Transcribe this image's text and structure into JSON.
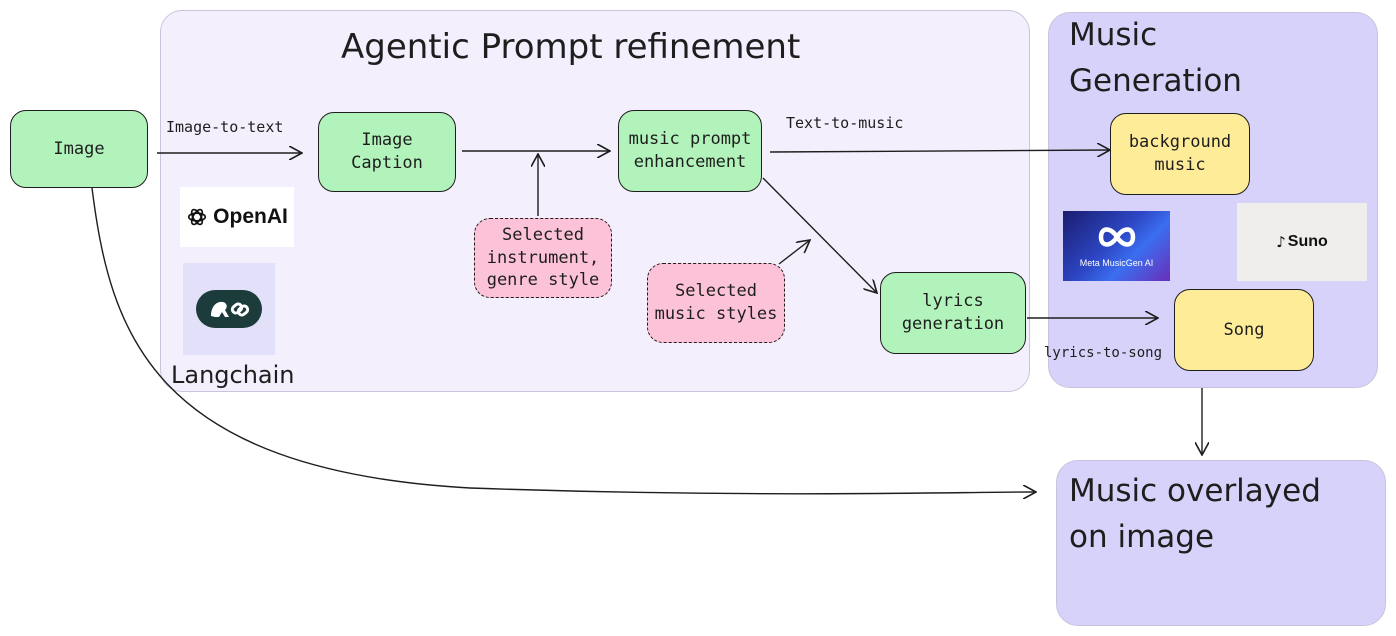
{
  "groups": {
    "prompt_refinement": {
      "title": "Agentic Prompt refinement",
      "footer_label": "Langchain"
    },
    "music_generation": {
      "title_line1": "Music",
      "title_line2": "Generation"
    },
    "overlay": {
      "title_line1": "Music overlayed",
      "title_line2": "on image"
    }
  },
  "nodes": {
    "image": "Image",
    "image_caption_line1": "Image",
    "image_caption_line2": "Caption",
    "music_prompt_line1": "music prompt",
    "music_prompt_line2": "enhancement",
    "selected_instrument_line1": "Selected",
    "selected_instrument_line2": "instrument,",
    "selected_instrument_line3": "genre style",
    "selected_styles_line1": "Selected",
    "selected_styles_line2": "music styles",
    "lyrics_line1": "lyrics",
    "lyrics_line2": "generation",
    "background_line1": "background",
    "background_line2": "music",
    "song": "Song"
  },
  "edge_labels": {
    "image_to_text": "Image-to-text",
    "text_to_music": "Text-to-music",
    "lyrics_to_song": "lyrics-to-song"
  },
  "logos": {
    "openai": "OpenAI",
    "meta_musicgen": "Meta MusicGen AI",
    "suno": "Suno"
  },
  "colors": {
    "group_fill": "#f3effd",
    "music_group_fill": "#d7d2fa",
    "node_green": "#b2f2bb",
    "node_yellow": "#ffec99",
    "node_pink": "#fcc2d7"
  }
}
